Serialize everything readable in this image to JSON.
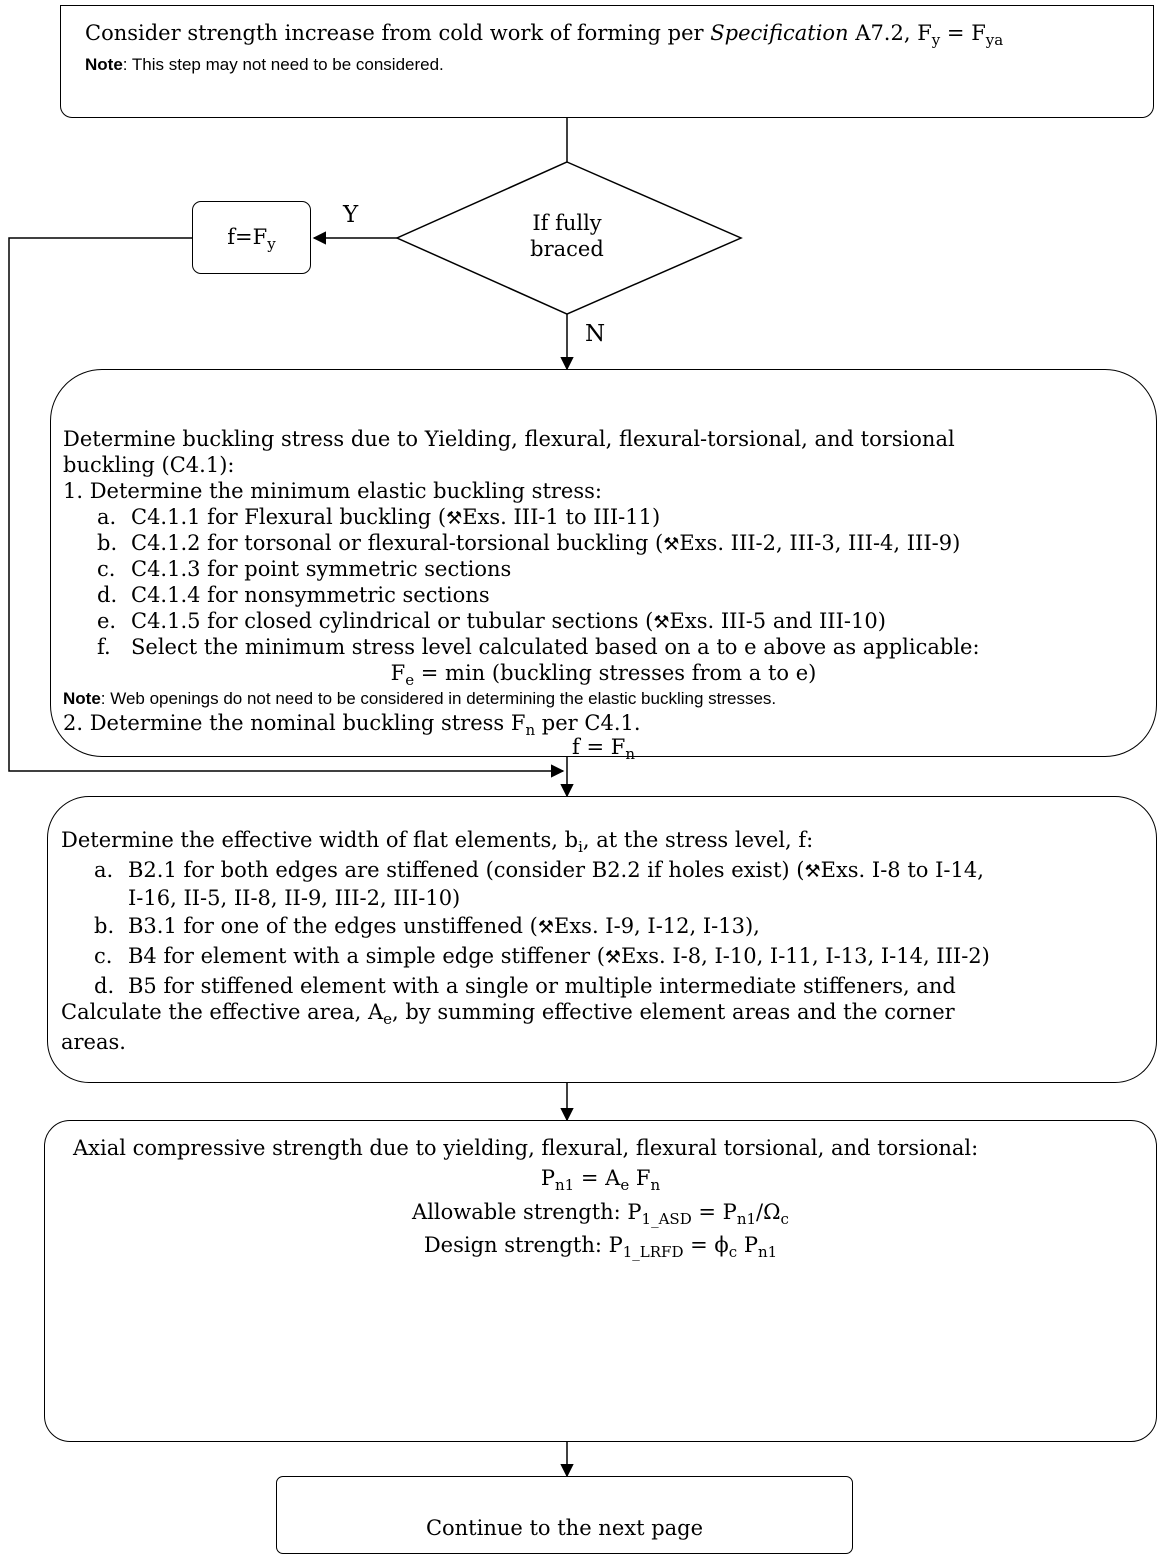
{
  "top_box": {
    "line1_prefix": "Consider strength increase from cold work of forming per",
    "line1_spec": "Specification",
    "line1_rest": "A7.2, F",
    "line1_sub1": "y",
    "line1_eq": " = F",
    "line1_sub2": "ya",
    "note_label": "Note",
    "note_text": ": This step may not need to be considered."
  },
  "decision": {
    "text_line1": "If fully",
    "text_line2": "braced",
    "yes_label": "Y",
    "no_label": "N"
  },
  "fy_box": {
    "text": "f=F",
    "sub": "y"
  },
  "buckling_box": {
    "title_line1": "Determine buckling stress due to Yielding, flexural, flexural-torsional, and torsional",
    "title_line2": "buckling (C4.1):",
    "step1": "1. Determine the minimum elastic buckling stress:",
    "items": [
      {
        "marker": "a.",
        "text": "C4.1.1 for Flexural buckling (",
        "icon": "⚒",
        "ref": "Exs. III-1 to III-11)"
      },
      {
        "marker": "b.",
        "text": "C4.1.2 for torsonal or flexural-torsional buckling (",
        "icon": "⚒",
        "ref": "Exs. III-2, III-3, III-4, III-9)"
      },
      {
        "marker": "c.",
        "text": "C4.1.3 for point symmetric sections",
        "icon": "",
        "ref": ""
      },
      {
        "marker": "d.",
        "text": "C4.1.4 for nonsymmetric sections",
        "icon": "",
        "ref": ""
      },
      {
        "marker": "e.",
        "text": "C4.1.5 for closed cylindrical or tubular sections (",
        "icon": "⚒",
        "ref": "Exs. III-5 and III-10)"
      },
      {
        "marker": "f.",
        "text": "Select the minimum stress level calculated based on a to e above as applicable:",
        "icon": "",
        "ref": ""
      }
    ],
    "fe_eq_a": "F",
    "fe_eq_sub": "e",
    "fe_eq_b": " = min (buckling stresses from a to e)",
    "note_label": "Note",
    "note_text": ": Web openings do not need to be considered in determining the elastic buckling stresses.",
    "step2_a": "2. Determine the nominal buckling stress F",
    "step2_sub": "n",
    "step2_b": " per C4.1.",
    "f_eq_a": "f = F",
    "f_eq_sub": "n"
  },
  "effective_box": {
    "title_a": "Determine the effective width of flat elements, b",
    "title_sub": "i",
    "title_b": ", at the stress level, f:",
    "items": [
      {
        "marker": "a.",
        "line1": "B2.1 for both edges are stiffened (consider B2.2 if holes exist) (",
        "icon": "⚒",
        "ref": "Exs. I-8 to I-14,",
        "line2": "I-16, II-5, II-8, II-9, III-2, III-10)"
      },
      {
        "marker": "b.",
        "line1": "B3.1 for one of the edges unstiffened (",
        "icon": "⚒",
        "ref": "Exs. I-9, I-12, I-13),",
        "line2": ""
      },
      {
        "marker": "c.",
        "line1": "B4 for element with a simple edge stiffener (",
        "icon": "⚒",
        "ref": "Exs. I-8, I-10, I-11, I-13, I-14, III-2)",
        "line2": ""
      },
      {
        "marker": "d.",
        "line1": "B5 for stiffened element with a single or multiple intermediate stiffeners,  and",
        "icon": "",
        "ref": "",
        "line2": ""
      }
    ],
    "calc_a": "Calculate the effective area, A",
    "calc_sub": "e",
    "calc_b": ", by summing effective element areas and the corner",
    "calc_line2": "areas."
  },
  "strength_box": {
    "title": "Axial compressive strength due to yielding, flexural, flexural torsional, and torsional:",
    "eq1_a": "P",
    "eq1_sub1": "n1",
    "eq1_b": " = A",
    "eq1_sub2": "e",
    "eq1_c": " F",
    "eq1_sub3": "n",
    "eq2_a": "Allowable strength: P",
    "eq2_sub1": "1_ASD",
    "eq2_b": " = P",
    "eq2_sub2": "n1",
    "eq2_c": "/Ω",
    "eq2_sub3": "c",
    "eq3_a": "Design strength: P",
    "eq3_sub1": "1_LRFD",
    "eq3_b": " = ϕ",
    "eq3_sub2": "c",
    "eq3_c": " P",
    "eq3_sub3": "n1"
  },
  "continue_box": {
    "text": "Continue to the next page"
  }
}
